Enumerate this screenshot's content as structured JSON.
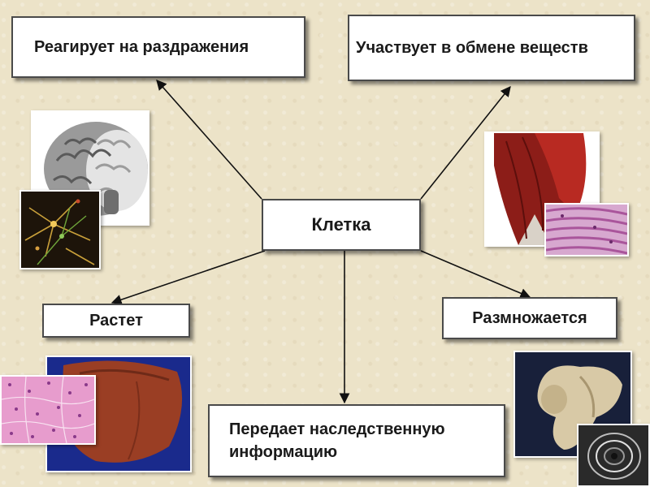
{
  "center": {
    "label": "Клетка"
  },
  "properties": {
    "irritability": "Реагирует на раздражения",
    "metabolism": "Участвует в обмене веществ",
    "growth": "Растет",
    "reproduction": "Размножается",
    "heredity_line1": "Передает наследственную",
    "heredity_line2": "информацию"
  }
}
